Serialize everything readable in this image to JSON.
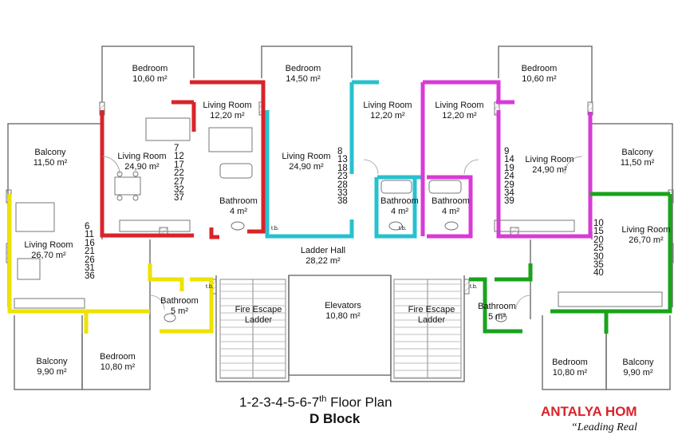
{
  "title": {
    "prefix": "1-2-3-4-5-6-7",
    "sup": "th",
    "suffix": " Floor Plan"
  },
  "subtitle": "D Block",
  "brand": {
    "text": "ANTALYA HOM",
    "color": "#d9232a"
  },
  "slogan": "“Leading Real",
  "unit_colors": {
    "red": "#d9232a",
    "cyan": "#27c1cf",
    "magenta": "#d83ad6",
    "green": "#19a31c",
    "yellow": "#ede200"
  },
  "rooms": {
    "bedroom_tl": {
      "name": "Bedroom",
      "area": "10,60 m²"
    },
    "bedroom_tc": {
      "name": "Bedroom",
      "area": "14,50 m²"
    },
    "bedroom_tr": {
      "name": "Bedroom",
      "area": "10,60 m²"
    },
    "living_a_upper": {
      "name": "Living Room",
      "area": "12,20 m²"
    },
    "living_b_upper": {
      "name": "Living Room",
      "area": "12,20 m²"
    },
    "living_c_upper": {
      "name": "Living Room",
      "area": "12,20 m²"
    },
    "balcony_l_top": {
      "name": "Balcony",
      "area": "11,50 m²"
    },
    "balcony_r_top": {
      "name": "Balcony",
      "area": "11,50 m²"
    },
    "living_red": {
      "name": "Living Room",
      "area": "24,90 m²"
    },
    "living_cyan": {
      "name": "Living Room",
      "area": "24,90 m²"
    },
    "living_mag": {
      "name": "Living Room",
      "area": "24,90 m²"
    },
    "bath_red": {
      "name": "Bathroom",
      "area": "4 m²"
    },
    "bath_cyan": {
      "name": "Bathroom",
      "area": "4 m²"
    },
    "bath_mag": {
      "name": "Bathroom",
      "area": "4 m²"
    },
    "living_yellow": {
      "name": "Living Room",
      "area": "26,70 m²"
    },
    "living_green": {
      "name": "Living Room",
      "area": "26,70 m²"
    },
    "ladder_hall": {
      "name": "Ladder Hall",
      "area": "28,22 m²"
    },
    "elevators": {
      "name": "Elevators",
      "area": "10,80 m²"
    },
    "fire_escape_l": {
      "name": "Fire Escape",
      "area": "Ladder"
    },
    "fire_escape_r": {
      "name": "Fire Escape",
      "area": "Ladder"
    },
    "bath_yellow": {
      "name": "Bathroom",
      "area": "5 m²"
    },
    "bath_green": {
      "name": "Bathroom",
      "area": "5 m²"
    },
    "balcony_l_bot": {
      "name": "Balcony",
      "area": "9,90 m²"
    },
    "bedroom_bl": {
      "name": "Bedroom",
      "area": "10,80 m²"
    },
    "bedroom_br": {
      "name": "Bedroom",
      "area": "10,80 m²"
    },
    "balcony_r_bot": {
      "name": "Balcony",
      "area": "9,90 m²"
    }
  },
  "unit_numbers": {
    "red": [
      "7",
      "12",
      "17",
      "22",
      "27",
      "32",
      "37"
    ],
    "cyan": [
      "8",
      "13",
      "18",
      "23",
      "28",
      "33",
      "38"
    ],
    "magenta": [
      "9",
      "14",
      "19",
      "24",
      "29",
      "34",
      "39"
    ],
    "yellow": [
      "6",
      "11",
      "16",
      "21",
      "26",
      "31",
      "36"
    ],
    "green": [
      "10",
      "15",
      "20",
      "25",
      "30",
      "35",
      "40"
    ]
  },
  "shaft_labels": {
    "sh1": "t.b.",
    "sh2": "t.b.",
    "sh3": "t.b.",
    "sh4": "t.b."
  },
  "icons": [
    "stair-icon",
    "door-swing-icon",
    "kitchen-counter-icon",
    "sink-icon",
    "bathtub-icon",
    "toilet-icon",
    "sofa-icon",
    "dining-table-icon"
  ]
}
